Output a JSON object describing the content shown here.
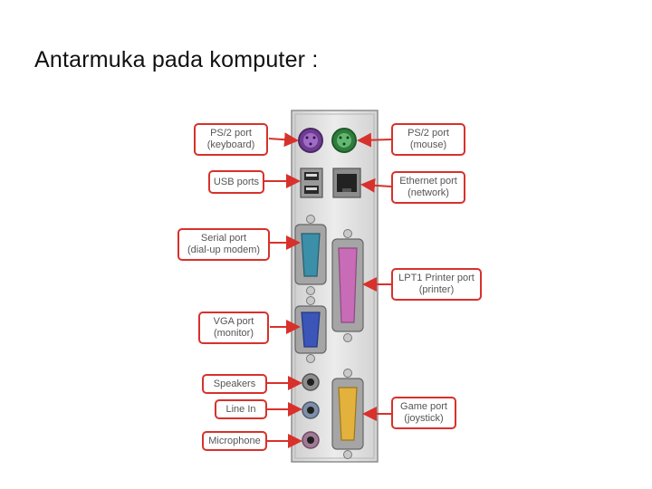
{
  "slide": {
    "title": "Antarmuka pada komputer :"
  },
  "labels": {
    "ps2_keyboard": {
      "line1": "PS/2 port",
      "line2": "(keyboard)"
    },
    "usb": {
      "line1": "USB ports"
    },
    "serial": {
      "line1": "Serial port",
      "line2": "(dial-up modem)"
    },
    "vga": {
      "line1": "VGA port",
      "line2": "(monitor)"
    },
    "speakers": {
      "line1": "Speakers"
    },
    "line_in": {
      "line1": "Line In"
    },
    "microphone": {
      "line1": "Microphone"
    },
    "ps2_mouse": {
      "line1": "PS/2 port",
      "line2": "(mouse)"
    },
    "ethernet": {
      "line1": "Ethernet port",
      "line2": "(network)"
    },
    "lpt1": {
      "line1": "LPT1 Printer port",
      "line2": "(printer)"
    },
    "game": {
      "line1": "Game port",
      "line2": "(joystick)"
    }
  },
  "colors": {
    "callout": "#d8312b",
    "panel": "#e6e6e6",
    "keyboard_port": "#8a4fb0",
    "mouse_port": "#3e9a4e",
    "serial_port": "#3c8fa8",
    "printer_port": "#c96cb8",
    "vga_port": "#3b55b8",
    "game_port": "#e2b23c"
  }
}
